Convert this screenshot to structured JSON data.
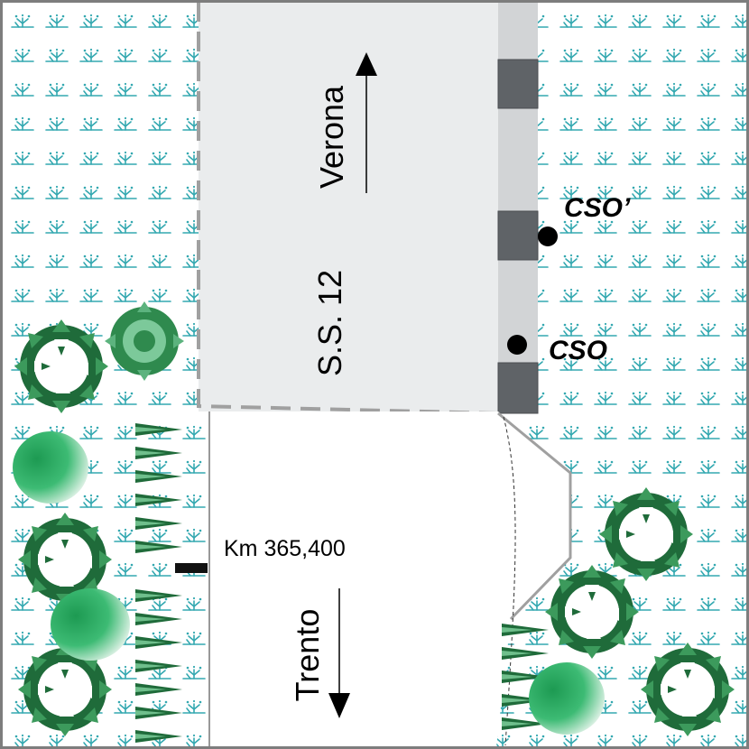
{
  "map": {
    "road_name": "S.S. 12",
    "directions": {
      "north": "Verona",
      "south": "Trento"
    },
    "kilometre_marker": "Km 365,400",
    "points": [
      {
        "id": "cso_prime",
        "label": "CSO’"
      },
      {
        "id": "cso",
        "label": "CSO"
      }
    ]
  },
  "colors": {
    "grass_symbol": "#33a8b0",
    "paved_area": "#eaeced",
    "dashed_outline": "#a0a0a0",
    "kerb_light": "#d2d4d6",
    "kerb_dark": "#5f6367",
    "tree_dark": "#1f6b3a",
    "tree_mid": "#3c9a5c",
    "shrub_light": "#2fb36a",
    "frame": "#7d7d7d",
    "text": "#000000"
  },
  "icons": [
    "grass-pattern",
    "tree-canopy-icon",
    "round-shrub-icon",
    "hedge-row-icon",
    "point-marker-icon",
    "direction-arrow-icon"
  ]
}
